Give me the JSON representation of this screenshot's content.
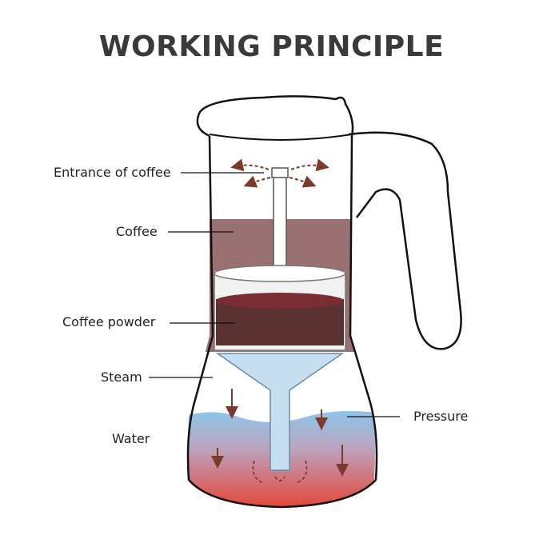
{
  "title": "WORKING PRINCIPLE",
  "labels": {
    "entrance": "Entrance of coffee",
    "coffee": "Coffee",
    "coffee_powder": "Coffee powder",
    "steam": "Steam",
    "water": "Water",
    "pressure": "Pressure"
  },
  "colors": {
    "coffee_liquid": "#997172",
    "coffee_powder": "#5b3232",
    "powder_top": "#7a2e33",
    "funnel": "#c5def0",
    "water_top": "#8ec5e8",
    "water_bottom": "#e8402e",
    "arrow": "#7a3a2e",
    "outline": "#111111"
  }
}
